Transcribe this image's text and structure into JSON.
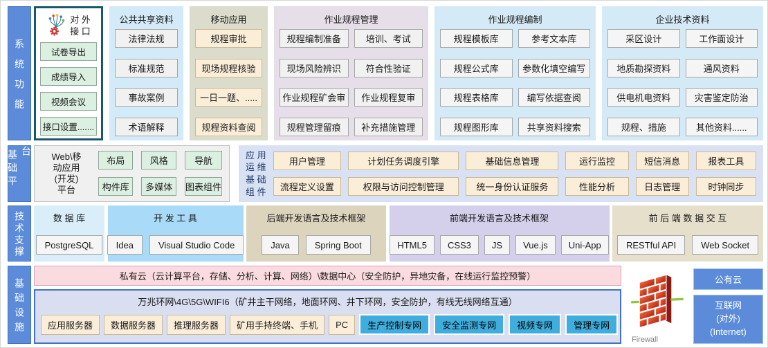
{
  "palette": {
    "layer_bar_blue": "#5B8BD9",
    "external_interface_border": "#19586B",
    "mint_chip": "#DCF0E2",
    "cream_chip": "#FBEED8",
    "cyan_chip": "#3FAEDE",
    "pink_banner": "#FADBDF",
    "network_box_border": "#4472C4",
    "firewall_brick": "#D8341F",
    "firewall_line": "#8CC63F"
  },
  "layers": {
    "system_functions": {
      "label": "系统功能",
      "external_interface": {
        "title": "对 外\n接 口",
        "items": [
          "试卷导出",
          "成绩导入",
          "视频会议",
          "接口设置......."
        ]
      },
      "public_shared": {
        "title": "公共共享资料",
        "items": [
          "法律法规",
          "标准规范",
          "事故案例",
          "术语解释"
        ]
      },
      "mobile_app": {
        "title": "移动应用",
        "items": [
          "规程审批",
          "现场规程核验",
          "一日一题、.....",
          "规程资料查阅"
        ]
      },
      "procedure_mgmt": {
        "title": "作业规程管理",
        "items": [
          "规程编制准备",
          "培训、考试",
          "现场风险辨识",
          "符合性验证",
          "作业规程矿会审",
          "作业规程复审",
          "规程管理留痕",
          "补充措施管理"
        ]
      },
      "procedure_compile": {
        "title": "作业规程编制",
        "items": [
          "规程模板库",
          "参考文本库",
          "规程公式库",
          "参数化填空编写",
          "规程表格库",
          "编写依据查阅",
          "规程图形库",
          "共享资料搜索"
        ]
      },
      "enterprise_data": {
        "title": "企业技术资料",
        "items": [
          "采区设计",
          "工作面设计",
          "地质勘探资料",
          "通风资料",
          "供电机电资料",
          "灾害鉴定防治",
          "规程、措施",
          "其他资料......"
        ]
      }
    },
    "basic_platform": {
      "label": "基础平台",
      "web_platform": {
        "title": "Web\\移\n动应用\n(开发)\n平台",
        "items": [
          "布局",
          "风格",
          "导航",
          "构件库",
          "多媒体",
          "图表组件"
        ]
      },
      "ops_components": {
        "title": "应 用\n运 维\n基 础\n组 件",
        "row1": [
          "用户管理",
          "计划任务调度引擎",
          "基础信息管理",
          "运行监控",
          "短信消息",
          "报表工具"
        ],
        "row2": [
          "流程定义设置",
          "权限与访问控制管理",
          "统一身份认证服务",
          "性能分析",
          "日志管理",
          "时钟同步"
        ]
      }
    },
    "tech_support": {
      "label": "技术支撑",
      "database": {
        "title": "数 据 库",
        "items": [
          "PostgreSQL"
        ]
      },
      "dev_tools": {
        "title": "开 发 工 具",
        "items": [
          "Idea",
          "Visual Studio Code"
        ]
      },
      "backend": {
        "title": "后端开发语言及技术框架",
        "items": [
          "Java",
          "Spring Boot"
        ]
      },
      "frontend": {
        "title": "前端开发语言及技术框架",
        "items": [
          "HTML5",
          "CSS3",
          "JS",
          "Vue.js",
          "Uni-App"
        ]
      },
      "data_exchange": {
        "title": "前 后 端 数 据 交 互",
        "items": [
          "RESTful API",
          "Web Socket"
        ]
      }
    },
    "infrastructure": {
      "label": "基础设施",
      "private_cloud_banner": "私有云（云计算平台，存储、分析、计算、网络）\\数据中心（安全防护，异地灾备，在线运行监控预警）",
      "network_banner": "万兆环网\\4G\\5G\\WIFI6（矿井主干网络，地面环网、井下环网，安全防护，有线无线网络互通）",
      "devices": [
        "应用服务器",
        "数据服务器",
        "推理服务器",
        "矿用手持终端、手机",
        "PC"
      ],
      "special_networks": [
        "生产控制专网",
        "安全监测专网",
        "视频专网",
        "管理专网"
      ],
      "firewall_label": "Firewall",
      "public_cloud": "公有云",
      "internet": "互联网\n(对外)\n(Internet)"
    }
  }
}
